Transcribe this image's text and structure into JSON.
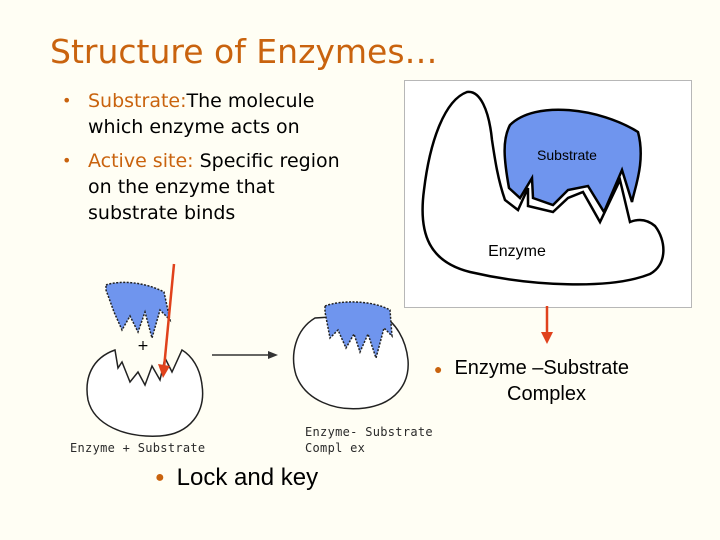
{
  "slide": {
    "title": "Structure of Enzymes…"
  },
  "bullets": [
    {
      "term": "Substrate:",
      "text": "The molecule which enzyme acts on"
    },
    {
      "term": "Active site:",
      "text": " Specific region on the enzyme that substrate binds"
    }
  ],
  "diagram_top": {
    "substrate_label": "Substrate",
    "enzyme_label": "Enzyme"
  },
  "complex_bullet": {
    "line1": "Enzyme –Substrate",
    "line2": "Complex"
  },
  "lock_diagram": {
    "plus": "+",
    "left_caption": "Enzyme + Substrate",
    "right_caption_line1": "Enzyme- Substrate",
    "right_caption_line2": "Compl ex"
  },
  "lock_and_key": "Lock and key",
  "colors": {
    "title": "#c9630e",
    "substrate_fill": "#6f95ee",
    "arrow": "#e0421c"
  }
}
